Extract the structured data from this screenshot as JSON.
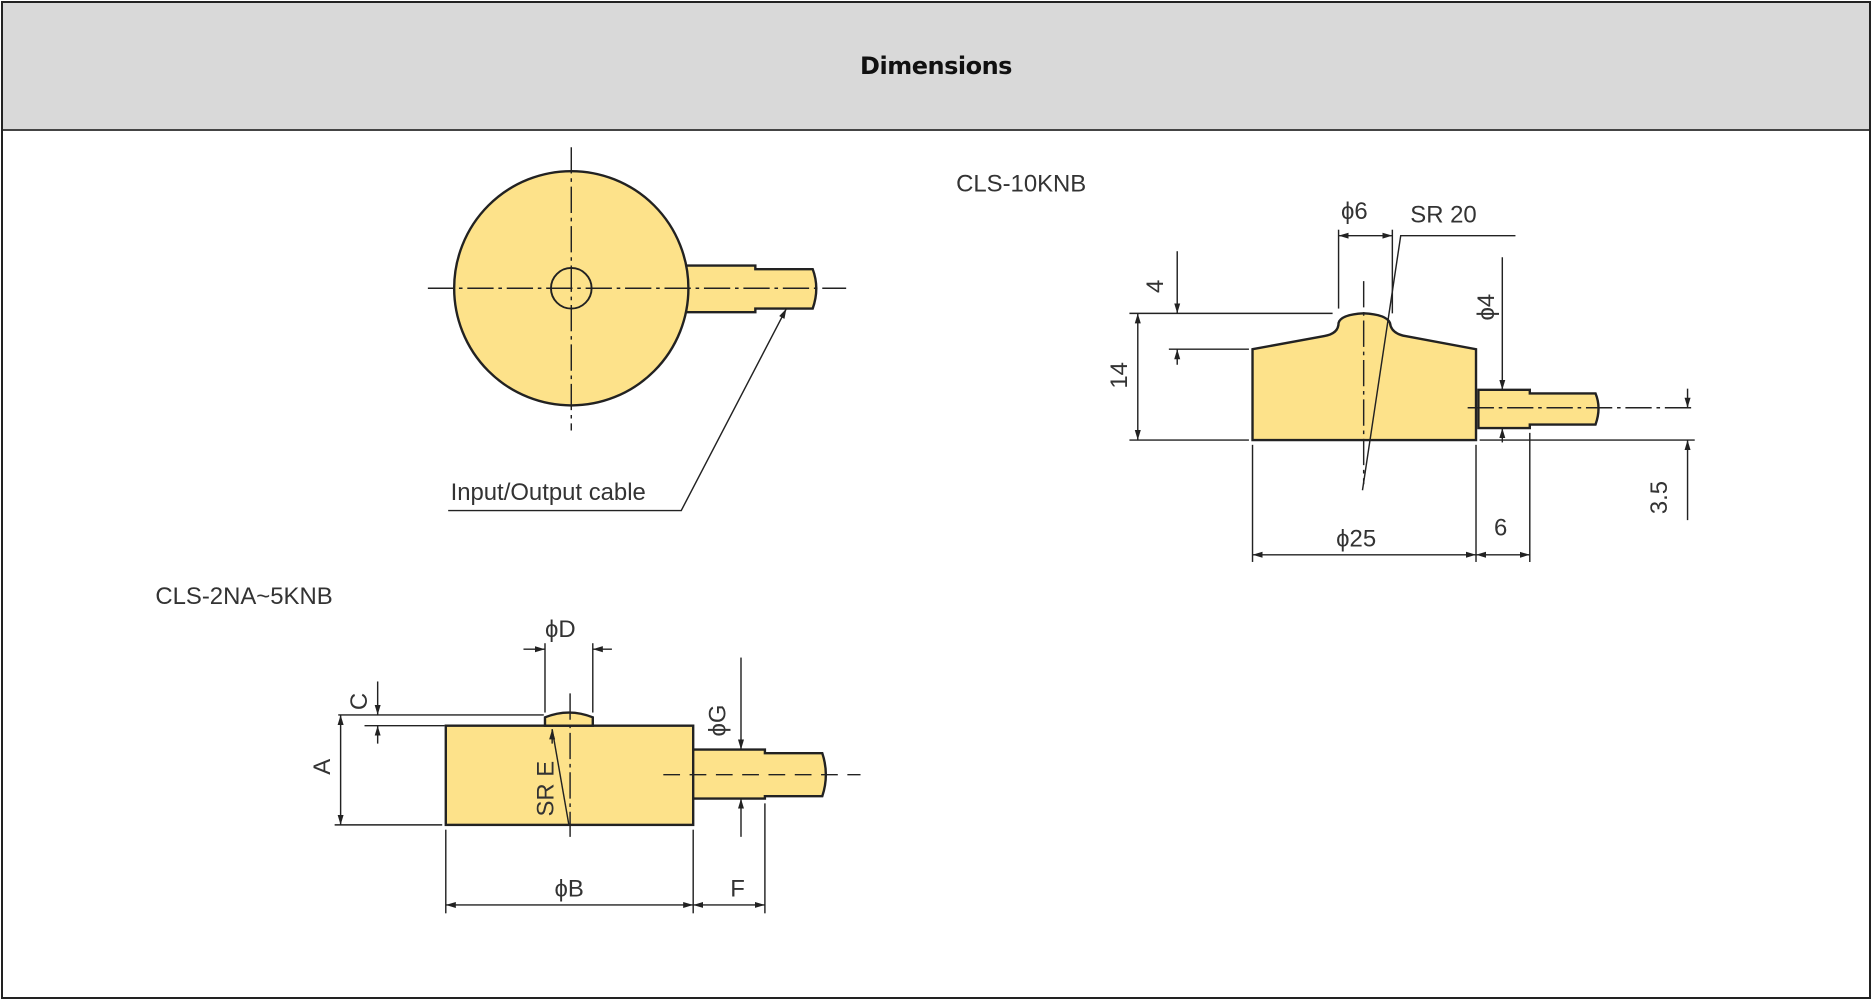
{
  "header": {
    "title": "Dimensions"
  },
  "colors": {
    "body_fill": "#fde28a",
    "header_bg": "#d9d9d9"
  },
  "top_view": {
    "cable_label": "Input/Output cable"
  },
  "model_10knb": {
    "title": "CLS-10KNB",
    "dims": {
      "button_dia": "ϕ6",
      "sphere_radius": "SR 20",
      "button_height": "4",
      "total_height": "14",
      "cable_dia": "ϕ4",
      "cable_offset": "3.5",
      "body_dia": "ϕ25",
      "cable_length": "6"
    }
  },
  "model_2na_5knb": {
    "title": "CLS-2NA~5KNB",
    "dims": {
      "button_dia": "ϕD",
      "button_height": "C",
      "total_height": "A",
      "sphere_radius": "SR E",
      "cable_dia": "ϕG",
      "body_dia": "ϕB",
      "cable_length": "F"
    }
  }
}
